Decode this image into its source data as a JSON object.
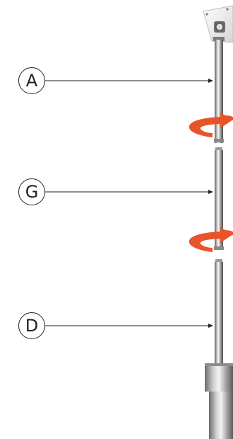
{
  "callouts": [
    {
      "label": "A"
    },
    {
      "label": "G"
    },
    {
      "label": "D"
    }
  ],
  "colors": {
    "arrow": "#e8542a",
    "pole_light": "#f2f2f2",
    "pole_dark": "#6f6f6f",
    "line": "#222222"
  },
  "icons": [
    "rotate-arrow-icon",
    "rotate-arrow-icon"
  ]
}
